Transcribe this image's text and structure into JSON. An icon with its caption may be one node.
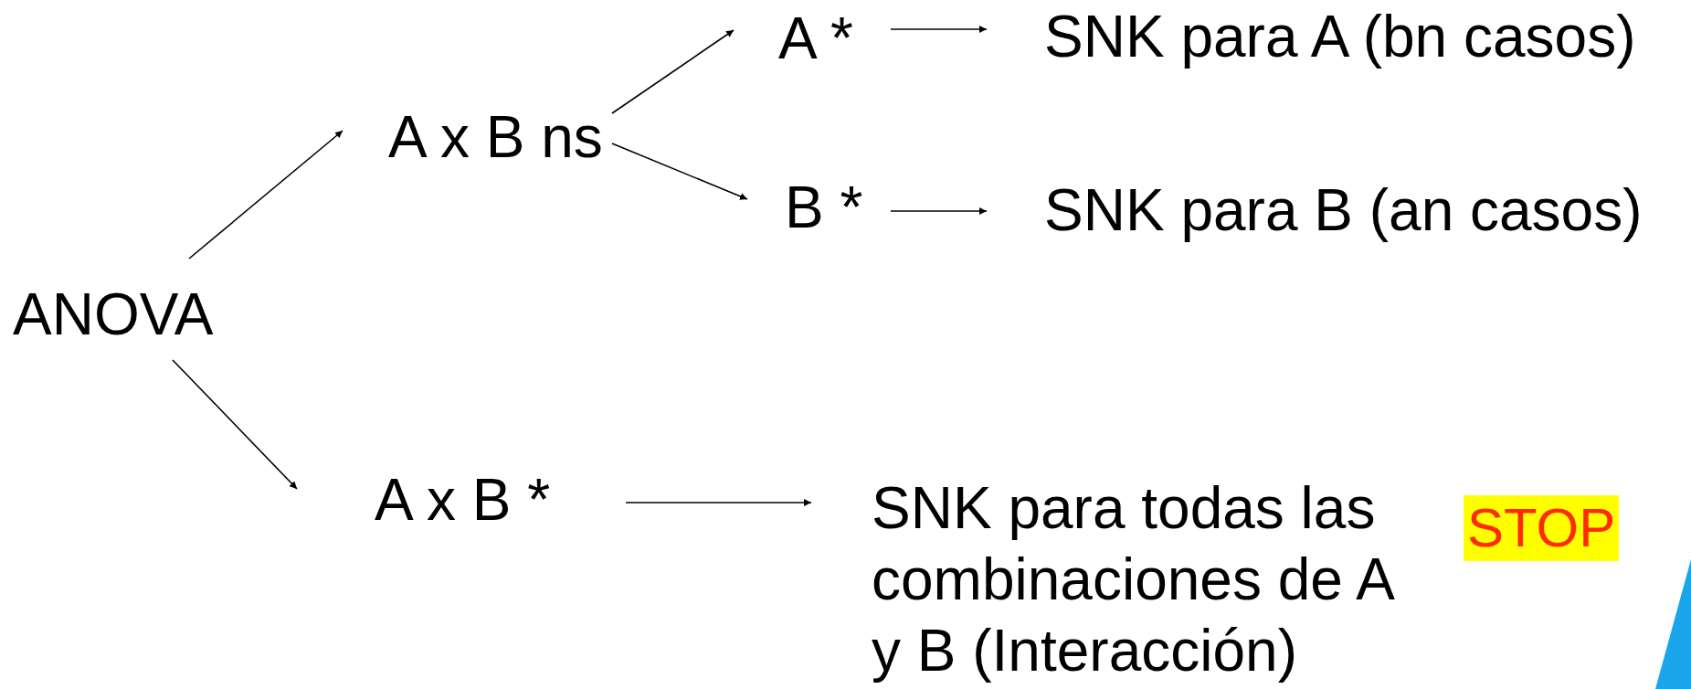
{
  "diagram": {
    "nodes": [
      {
        "text": [
          "ANOVA"
        ]
      },
      {
        "text": [
          "A x B ns"
        ]
      },
      {
        "text": [
          "A *"
        ]
      },
      {
        "text": [
          "SNK para A (bn casos)"
        ]
      },
      {
        "text": [
          "B *"
        ]
      },
      {
        "text": [
          "SNK para B (an casos)"
        ]
      },
      {
        "text": [
          "A x B *"
        ]
      },
      {
        "text": [
          "SNK para todas las combinaciones de A y B (Interacción)"
        ]
      },
      {
        "text": [
          "STOP"
        ]
      }
    ],
    "edges": [
      {
        "from": 0,
        "to": 1,
        "arrow": "to"
      },
      {
        "from": 1,
        "to": 2,
        "arrow": "to"
      },
      {
        "from": 1,
        "to": 4,
        "arrow": "to"
      },
      {
        "from": 2,
        "to": 3,
        "arrow": "to"
      },
      {
        "from": 4,
        "to": 5,
        "arrow": "to"
      },
      {
        "from": 0,
        "to": 6,
        "arrow": "to"
      },
      {
        "from": 6,
        "to": 7,
        "arrow": "to"
      }
    ]
  }
}
